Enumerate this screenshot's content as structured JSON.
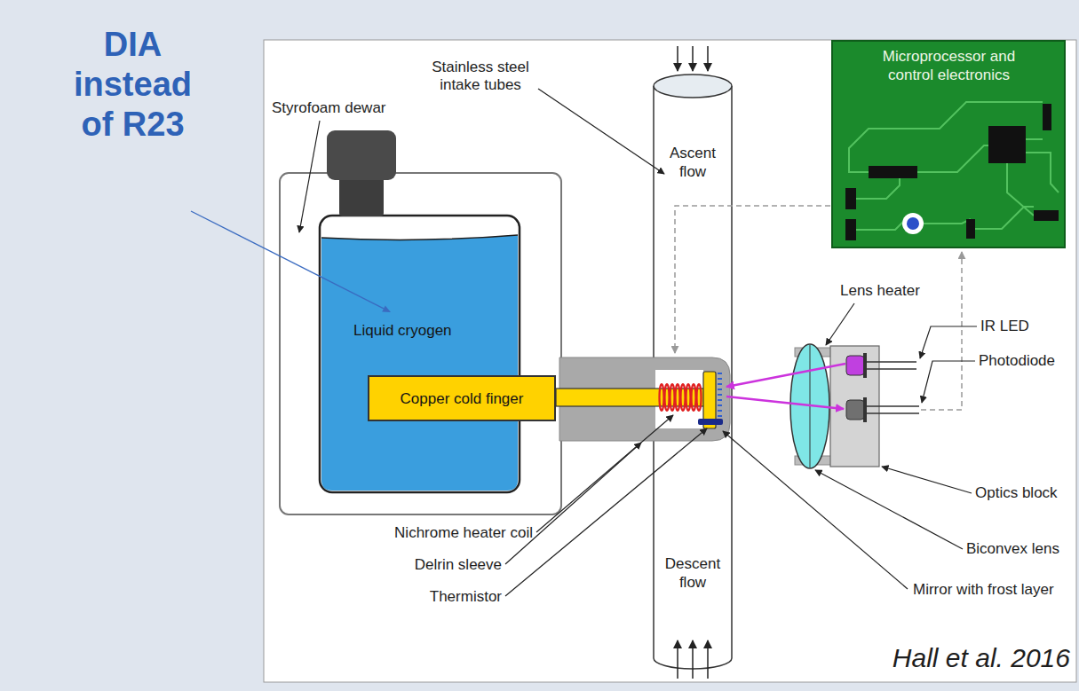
{
  "diagram": {
    "nodes": [
      {
        "text": [
          "Microprocessor and control electronics"
        ]
      },
      {
        "text": [
          "Liquid cryogen"
        ]
      },
      {
        "text": [
          "Copper cold finger"
        ]
      }
    ],
    "labels": [
      "DIA instead of R23",
      "Styrofoam dewar",
      "Stainless steel intake tubes",
      "Ascent flow",
      "Lens heater",
      "IR LED",
      "Photodiode",
      "Optics block",
      "Nichrome heater coil",
      "Biconvex lens",
      "Delrin sleeve",
      "Mirror with frost layer",
      "Thermistor",
      "Descent flow",
      "Hall et al. 2016"
    ]
  }
}
